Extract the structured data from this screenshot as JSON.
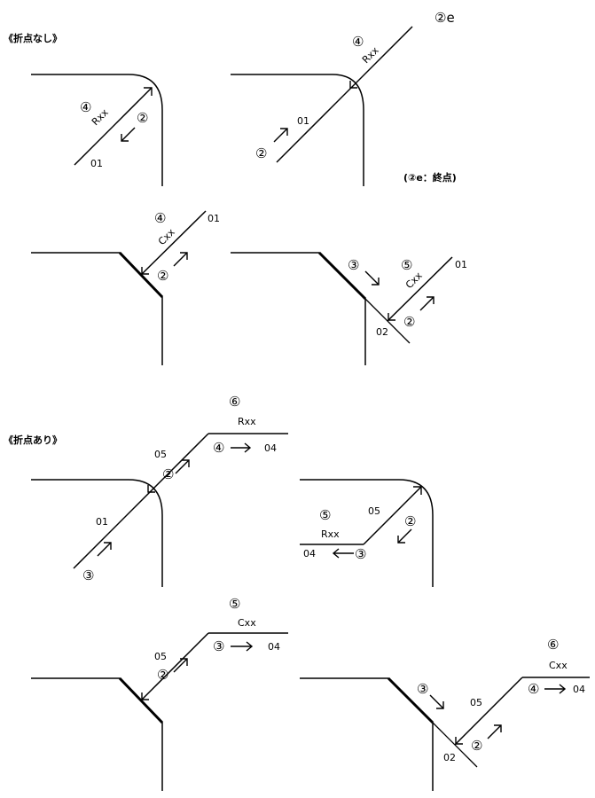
{
  "sections": {
    "no_bend": "《折点なし》",
    "with_bend": "《折点あり》",
    "endpoint_note": "(②e：終点)"
  },
  "nums": {
    "n2": "②",
    "n2e": "②e",
    "n3": "③",
    "n4": "④",
    "n5": "⑤",
    "n6": "⑥"
  },
  "labels": {
    "rxx": "Rxx",
    "cxx": "Cxx",
    "b01": "01",
    "b02": "02",
    "b04": "04",
    "b05": "05"
  }
}
